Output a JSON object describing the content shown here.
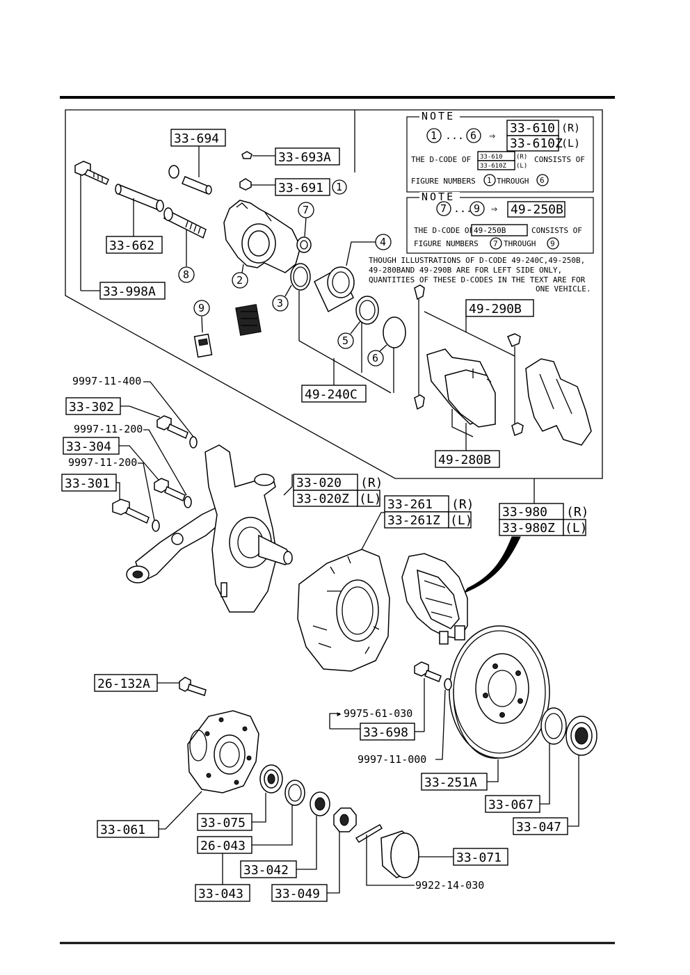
{
  "notes": {
    "note1": {
      "heading": "NOTE",
      "range_start": "1",
      "range_end": "6",
      "code_r": "33-610",
      "code_l": "33-610Z",
      "side_r": "(R)",
      "side_l": "(L)",
      "text_a": "THE D-CODE OF",
      "text_b": "CONSISTS OF",
      "text_c": "FIGURE NUMBERS",
      "text_d": "THROUGH"
    },
    "note2": {
      "heading": "NOTE",
      "range_start": "7",
      "range_end": "9",
      "code": "49-250B",
      "text_a": "THE D-CODE OF",
      "text_b": "CONSISTS OF",
      "text_c": "FIGURE NUMBERS",
      "text_d": "THROUGH"
    },
    "remark": [
      "THOUGH ILLUSTRATIONS OF D-CODE 49-240C,49-250B,",
      "49-280BAND 49-290B ARE FOR LEFT SIDE ONLY,",
      "QUANTITIES OF THESE D-CODES IN THE TEXT ARE FOR",
      "ONE VEHICLE."
    ]
  },
  "labels": {
    "p33_694": "33-694",
    "p33_693A": "33-693A",
    "p33_691": "33-691",
    "p33_662": "33-662",
    "p33_998A": "33-998A",
    "p49_290B": "49-290B",
    "p49_240C": "49-240C",
    "p49_280B": "49-280B",
    "p9997_11_400": "9997-11-400",
    "p33_302": "33-302",
    "p9997_11_200a": "9997-11-200",
    "p33_304": "33-304",
    "p9997_11_200b": "9997-11-200",
    "p33_301": "33-301",
    "p33_020": "33-020",
    "p33_020Z": "33-020Z",
    "p33_261": "33-261",
    "p33_261Z": "33-261Z",
    "p33_980": "33-980",
    "p33_980Z": "33-980Z",
    "side_r": "(R)",
    "side_l": "(L)",
    "p26_132A": "26-132A",
    "p9975_61_030": "9975-61-030",
    "p33_698": "33-698",
    "p9997_11_000": "9997-11-000",
    "p33_251A": "33-251A",
    "p33_067": "33-067",
    "p33_047": "33-047",
    "p33_061": "33-061",
    "p33_075": "33-075",
    "p26_043": "26-043",
    "p33_042": "33-042",
    "p33_043": "33-043",
    "p33_049": "33-049",
    "p33_071": "33-071",
    "p9922_14_030": "9922-14-030"
  },
  "figure_numbers": [
    "1",
    "2",
    "3",
    "4",
    "5",
    "6",
    "7",
    "8",
    "9"
  ]
}
